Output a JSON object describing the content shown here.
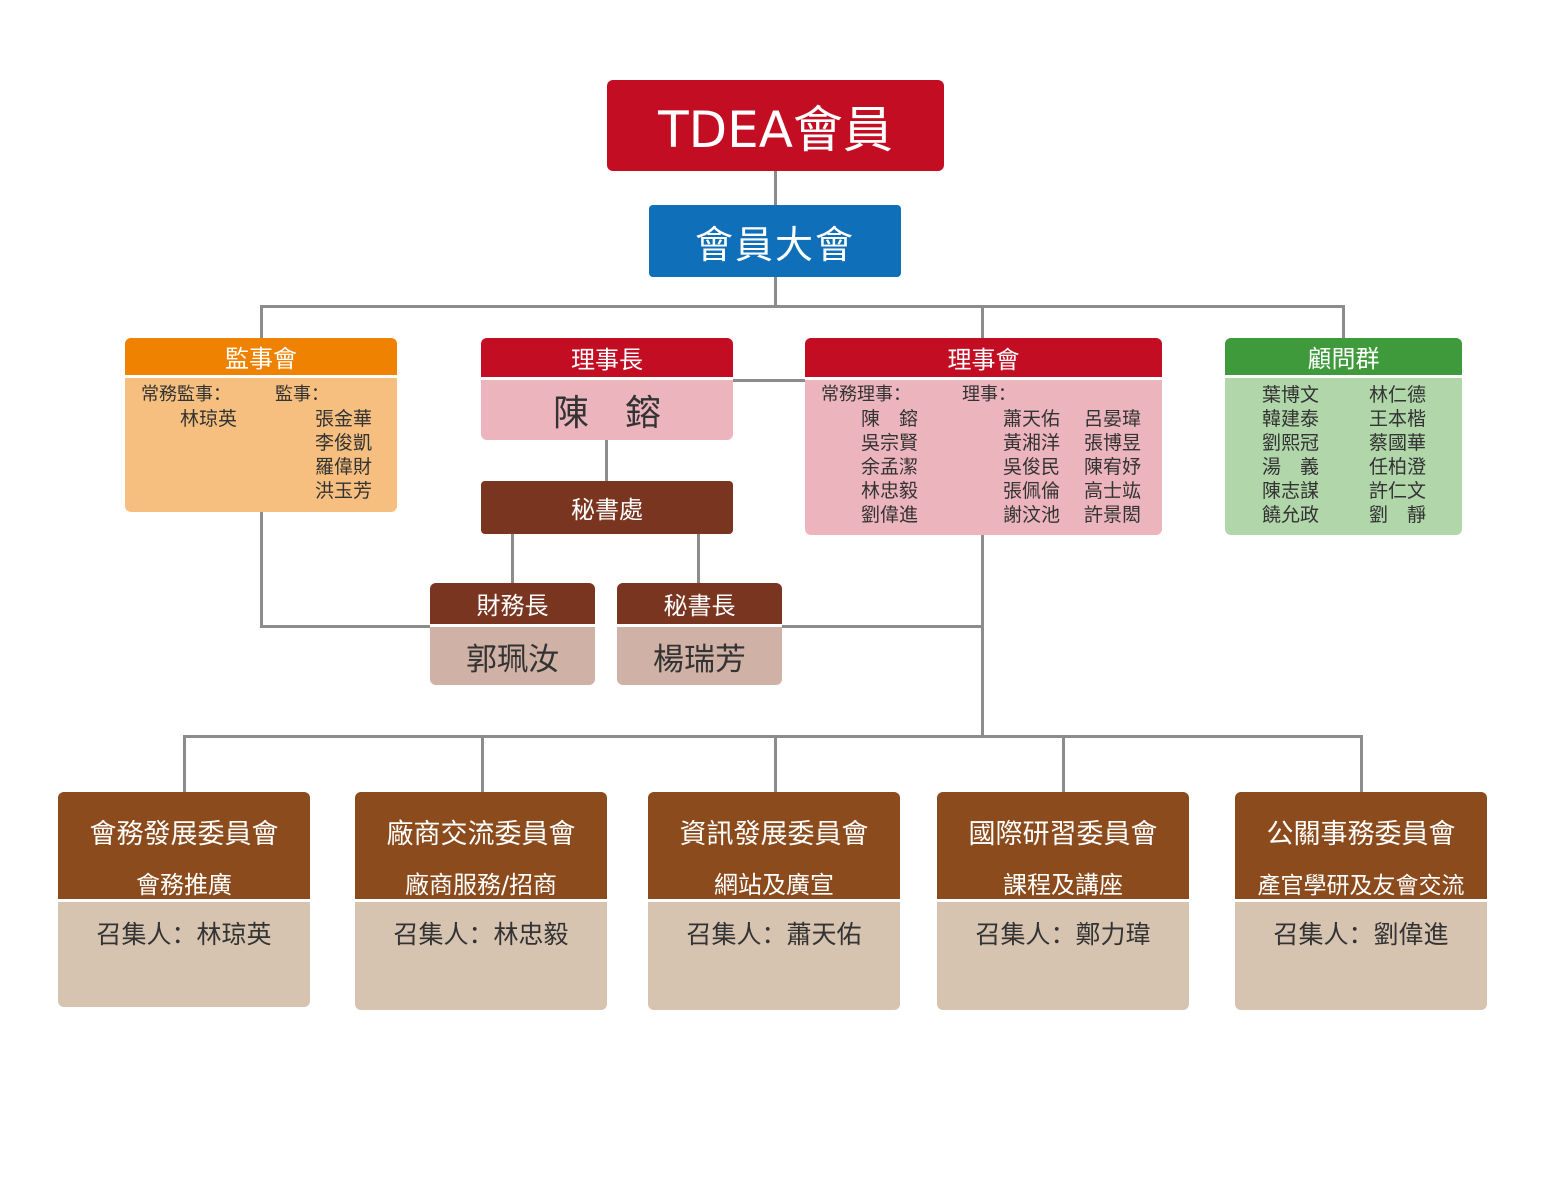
{
  "colors": {
    "red": "#c30d23",
    "blue": "#0f6fb8",
    "orange": "#ef8200",
    "orange_light": "#f6bf7f",
    "green": "#3e9a3a",
    "green_light": "#b0d6aa",
    "pink": "#ecb5bd",
    "dark_brown": "#7a3520",
    "brown": "#8c4b1c",
    "brown_light": "#cfb1a6",
    "tan": "#d6c3b0",
    "connector": "#8c8c8c"
  },
  "top": {
    "title": "TDEA會員"
  },
  "assembly": {
    "title": "會員大會"
  },
  "supervisors": {
    "title": "監事會",
    "standing_label": "常務監事：",
    "standing_names": [
      "林琼英"
    ],
    "member_label": "監事：",
    "member_names": [
      "張金華",
      "李俊凱",
      "羅偉財",
      "洪玉芳"
    ]
  },
  "chairman": {
    "title": "理事長",
    "name": "陳　鎔"
  },
  "secretariat": {
    "title": "秘書處"
  },
  "finance": {
    "title": "財務長",
    "name": "郭珮汝"
  },
  "secretary_general": {
    "title": "秘書長",
    "name": "楊瑞芳"
  },
  "board": {
    "title": "理事會",
    "standing_label": "常務理事：",
    "standing_names": [
      "陳　鎔",
      "吳宗賢",
      "余孟潔",
      "林忠毅",
      "劉偉進"
    ],
    "member_label": "理事：",
    "member_col1": [
      "蕭天佑",
      "黃湘洋",
      "吳俊民",
      "張佩倫",
      "謝汶池"
    ],
    "member_col2": [
      "呂晏瑋",
      "張博昱",
      "陳宥妤",
      "高士竑",
      "許景閎"
    ]
  },
  "advisors": {
    "title": "顧問群",
    "col1": [
      "葉博文",
      "韓建泰",
      "劉熙冠",
      "湯　義",
      "陳志謀",
      "饒允政"
    ],
    "col2": [
      "林仁德",
      "王本楷",
      "蔡國華",
      "任柏澄",
      "許仁文",
      "劉　靜"
    ]
  },
  "committees": [
    {
      "name": "會務發展委員會",
      "task": "會務推廣",
      "convener": "召集人：林琼英"
    },
    {
      "name": "廠商交流委員會",
      "task": "廠商服務/招商",
      "convener": "召集人：林忠毅"
    },
    {
      "name": "資訊發展委員會",
      "task": "網站及廣宣",
      "convener": "召集人：蕭天佑"
    },
    {
      "name": "國際研習委員會",
      "task": "課程及講座",
      "convener": "召集人：鄭力瑋"
    },
    {
      "name": "公關事務委員會",
      "task": "產官學研及友會交流",
      "convener": "召集人：劉偉進"
    }
  ]
}
